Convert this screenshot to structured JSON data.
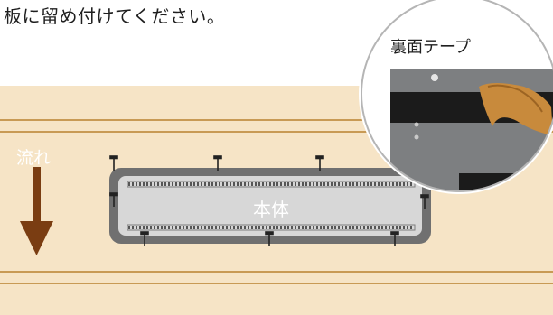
{
  "caption": "板に留め付けてください。",
  "labels": {
    "flow": "流れ",
    "body": "本体",
    "back_tape": "裏面テープ"
  },
  "colors": {
    "board": "#f6e4c6",
    "board_line": "#c89a55",
    "arrow": "#7a3d12",
    "device_outline": "#707070",
    "device_fill": "#d7d7d7",
    "inset_bg": "#7d7f81",
    "tape": "#c88a3c"
  }
}
